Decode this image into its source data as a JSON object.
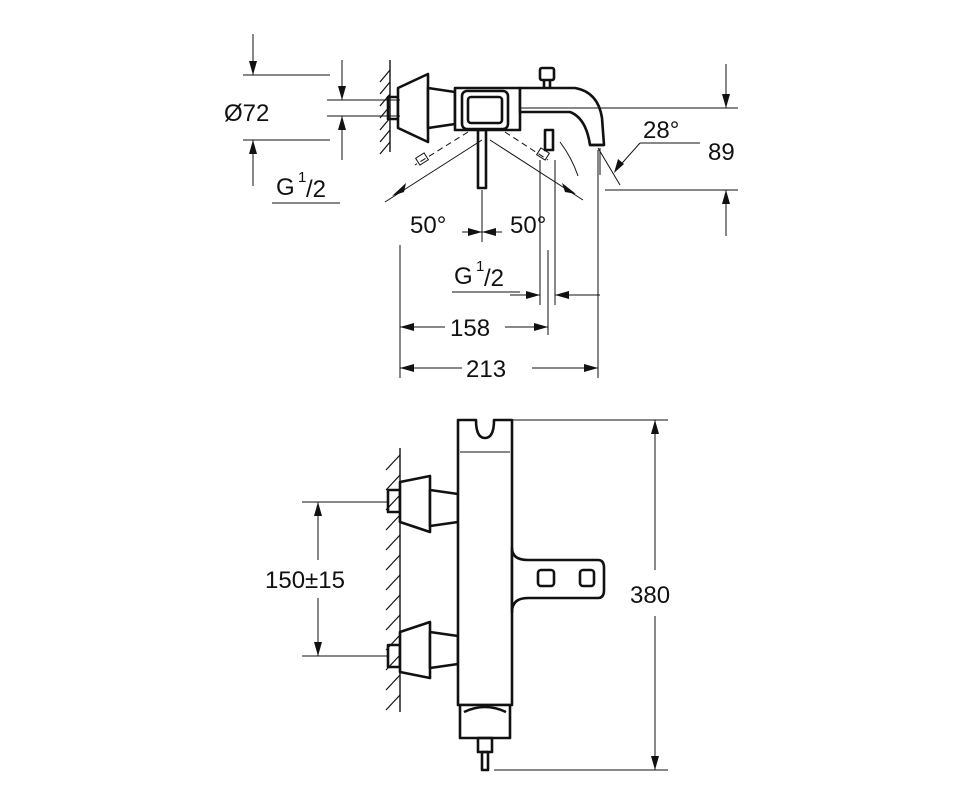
{
  "dimensions": {
    "diameter": "Ø72",
    "thread_left_main": "G",
    "thread_left_sup": "1",
    "thread_left_sub": "/2",
    "angle_left": "50°",
    "angle_right": "50°",
    "spout_angle": "28°",
    "spout_height": "89",
    "thread_bottom_main": "G",
    "thread_bottom_sup": "1",
    "thread_bottom_sub": "/2",
    "depth_158": "158",
    "depth_213": "213",
    "spacing": "150±15",
    "height": "380"
  }
}
